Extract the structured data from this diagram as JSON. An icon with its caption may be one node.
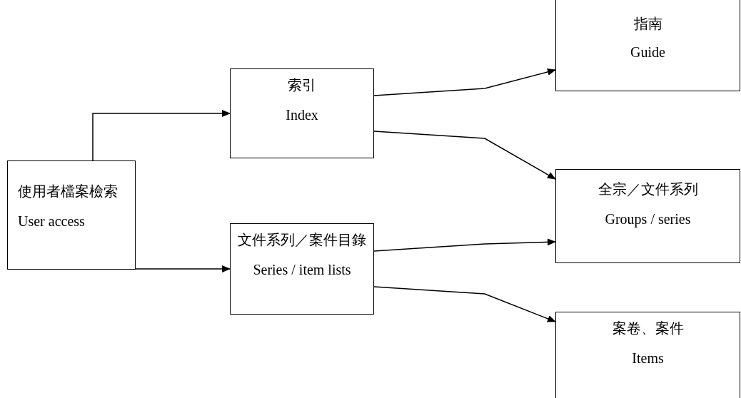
{
  "diagram": {
    "nodes": [
      {
        "text": [
          "使用者檔案檢索",
          "User access"
        ]
      },
      {
        "text": [
          "索引",
          "Index"
        ]
      },
      {
        "text": [
          "文件系列／案件目錄",
          "Series / item lists"
        ]
      },
      {
        "text": [
          "指南",
          "Guide"
        ]
      },
      {
        "text": [
          "全宗／文件系列",
          "Groups / series"
        ]
      },
      {
        "text": [
          "案卷、案件",
          "Items"
        ]
      }
    ],
    "edges": [
      {
        "from": 0,
        "to": 1,
        "arrow": "to"
      },
      {
        "from": 0,
        "to": 2,
        "arrow": "to"
      },
      {
        "from": 1,
        "to": 3,
        "arrow": "to"
      },
      {
        "from": 1,
        "to": 4,
        "arrow": "to"
      },
      {
        "from": 2,
        "to": 4,
        "arrow": "to"
      },
      {
        "from": 2,
        "to": 5,
        "arrow": "to"
      }
    ]
  }
}
